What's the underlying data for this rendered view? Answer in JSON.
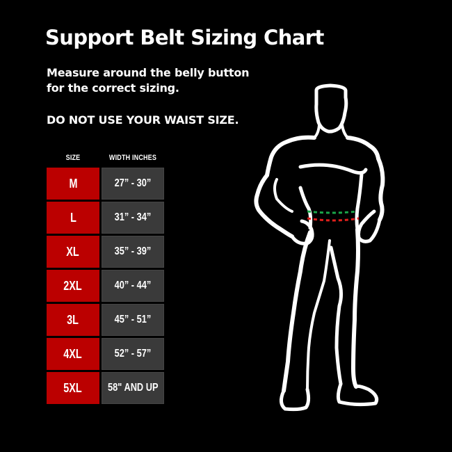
{
  "title": "Support Belt Sizing Chart",
  "instructions": {
    "line1": "Measure around the belly button",
    "line2": "for the correct sizing.",
    "warning": "DO NOT USE YOUR WAIST SIZE."
  },
  "table": {
    "headers": {
      "size": "SIZE",
      "width": "WIDTH INCHES"
    },
    "rows": [
      {
        "size": "M",
        "width": "27” - 30”"
      },
      {
        "size": "L",
        "width": "31” - 34”"
      },
      {
        "size": "XL",
        "width": "35” - 39”"
      },
      {
        "size": "2XL",
        "width": "40” - 44”"
      },
      {
        "size": "3L",
        "width": "45” - 51”"
      },
      {
        "size": "4XL",
        "width": "52” - 57”"
      },
      {
        "size": "5XL",
        "width": "58\" AND UP"
      }
    ]
  },
  "figure": {
    "description": "muscular-man-silhouette",
    "measure_lines": {
      "upper_color": "#1aa64a",
      "lower_color": "#e0201c"
    }
  },
  "colors": {
    "background": "#000000",
    "size_cell": "#bb0000",
    "width_cell": "#3a3a3a",
    "text": "#ffffff"
  }
}
